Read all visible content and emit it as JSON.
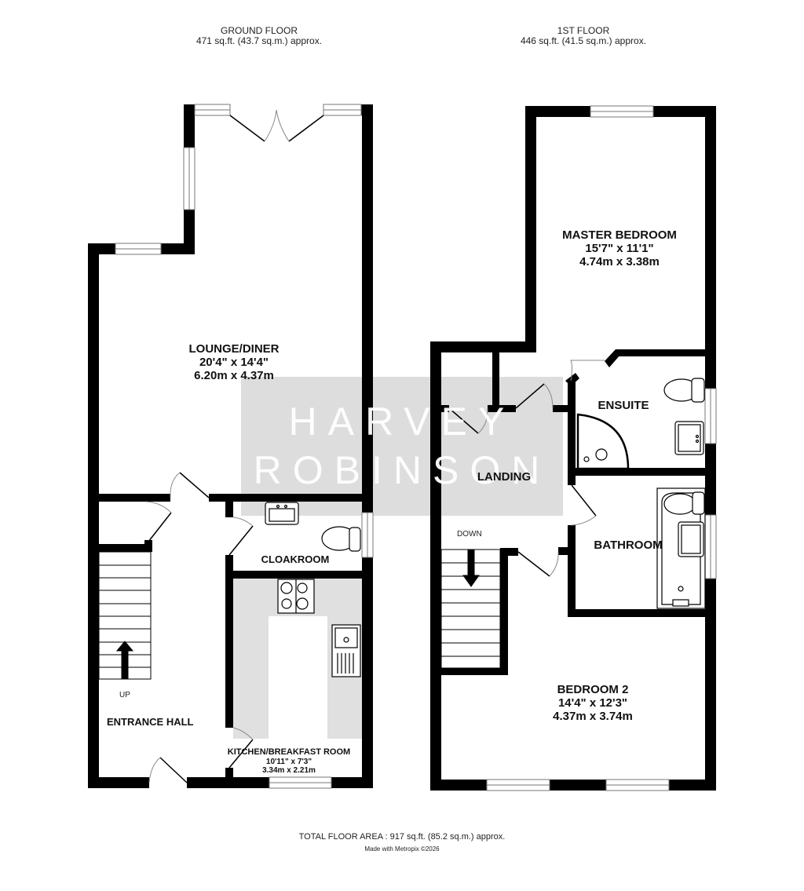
{
  "ground_floor": {
    "title": "GROUND FLOOR",
    "area": "471 sq.ft. (43.7 sq.m.) approx.",
    "rooms": [
      {
        "name": "LOUNGE/DINER",
        "imperial": "20'4\"  x 14'4\"",
        "metric": "6.20m  x 4.37m"
      },
      {
        "name": "CLOAKROOM"
      },
      {
        "name": "ENTRANCE HALL"
      },
      {
        "name": "KITCHEN/BREAKFAST ROOM",
        "imperial": "10'11\"  x 7'3\"",
        "metric": "3.34m  x 2.21m"
      }
    ],
    "stairs_label": "UP"
  },
  "first_floor": {
    "title": "1ST FLOOR",
    "area": "446 sq.ft. (41.5 sq.m.) approx.",
    "rooms": [
      {
        "name": "MASTER BEDROOM",
        "imperial": "15'7\"  x 11'1\"",
        "metric": "4.74m  x 3.38m"
      },
      {
        "name": "ENSUITE"
      },
      {
        "name": "LANDING"
      },
      {
        "name": "BATHROOM"
      },
      {
        "name": "BEDROOM 2",
        "imperial": "14'4\"  x 12'3\"",
        "metric": "4.37m  x 3.74m"
      }
    ],
    "stairs_label": "DOWN"
  },
  "watermark": {
    "line1": "HARVEY",
    "line2": "ROBINSON"
  },
  "footer": {
    "total_area": "TOTAL FLOOR AREA : 917 sq.ft. (85.2 sq.m.) approx.",
    "credit": "Made with Metropix ©2026"
  },
  "colors": {
    "wall": "#000000",
    "fitted_units": "#e0e0e0",
    "watermark_box": "#d9d9d9"
  }
}
